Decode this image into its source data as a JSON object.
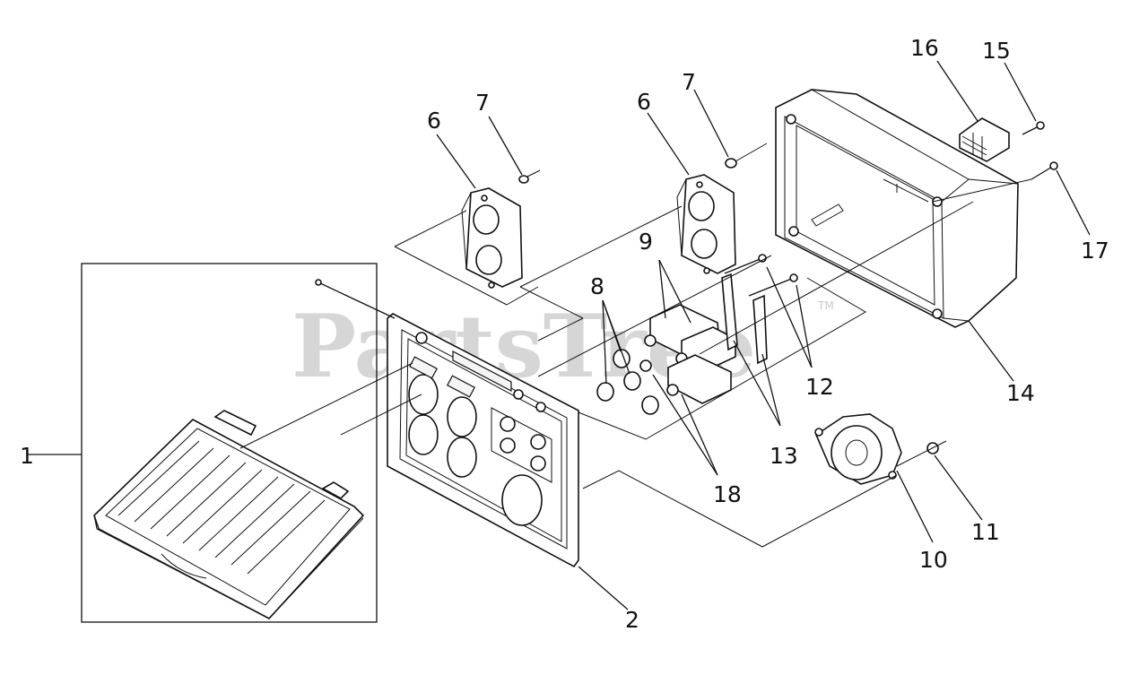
{
  "watermark": {
    "text": "PartsTree",
    "tm": "TM"
  },
  "callouts": {
    "c1": "1",
    "c2": "2",
    "c6a": "6",
    "c6b": "6",
    "c7a": "7",
    "c7b": "7",
    "c8": "8",
    "c9": "9",
    "c10": "10",
    "c11": "11",
    "c12": "12",
    "c13": "13",
    "c14": "14",
    "c15": "15",
    "c16": "16",
    "c17": "17",
    "c18": "18"
  }
}
